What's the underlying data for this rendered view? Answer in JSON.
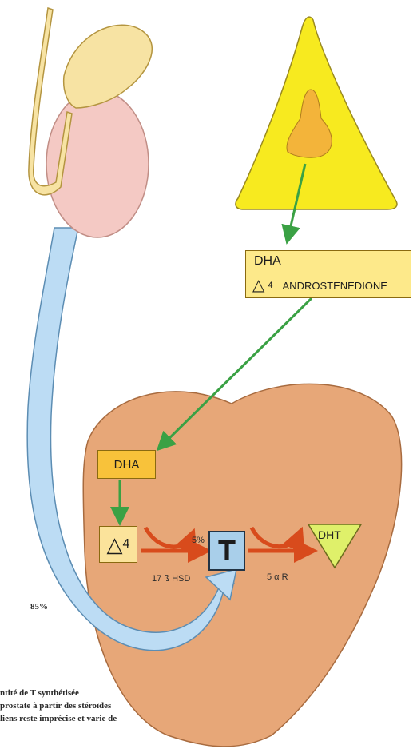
{
  "colors": {
    "adrenal_fill": "#f7ea1f",
    "adrenal_core": "#f3b43a",
    "prostate_fill": "#e7a778",
    "testis_fill": "#f4c9c4",
    "epididymis_fill": "#f7e3a3",
    "vessel_fill": "#bcdcf4",
    "green_arrow": "#3aa144",
    "red_arrow": "#d84b1c",
    "t_box_fill": "#a9cfea",
    "dht_triangle": "#dff06a"
  },
  "adrenal_box": {
    "line1": "DHA",
    "line2_symbol": "△",
    "line2_sub": "4",
    "line2_text": "ANDROSTENEDIONE"
  },
  "prostate": {
    "dha_label": "DHA",
    "delta4_symbol": "△",
    "delta4_sub": "4",
    "t_label": "T",
    "dht_label": "DHT",
    "pct_5": "5%",
    "enzyme_1": "17 ß HSD",
    "enzyme_2": "5 α R"
  },
  "testis_pct": "85%",
  "caption": {
    "line1": "ntité de T synthétisée",
    "line2": "prostate à partir des stéroïdes",
    "line3": "liens reste imprécise et varie de"
  }
}
